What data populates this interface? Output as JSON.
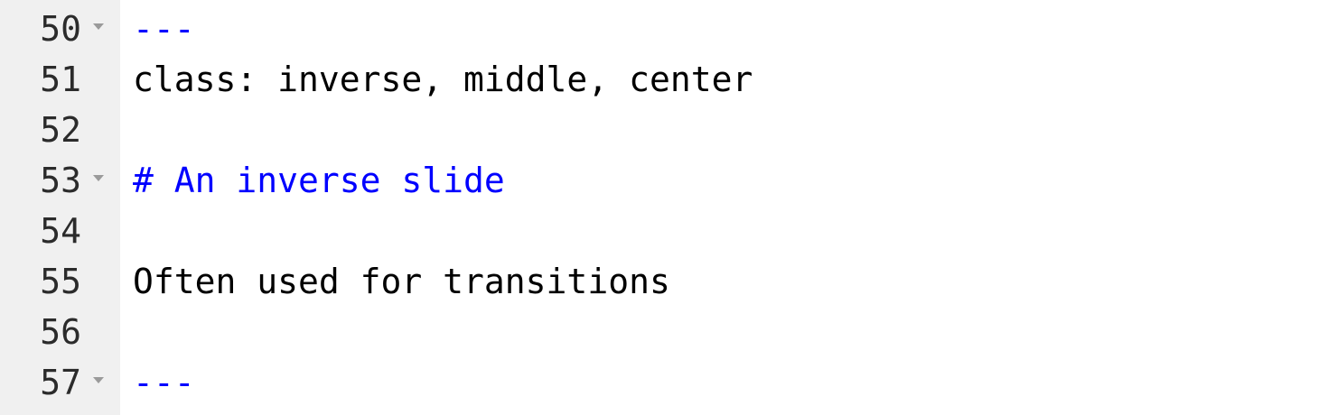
{
  "colors": {
    "gutter_bg": "#f0f0f0",
    "line_number": "#2b2b2b",
    "fold_icon": "#9a9a9a",
    "plain_text": "#000000",
    "markup_blue": "#0000ff"
  },
  "lines": [
    {
      "number": "50",
      "text": "---",
      "style": "blue",
      "foldable": true
    },
    {
      "number": "51",
      "text": "class: inverse, middle, center",
      "style": "plain",
      "foldable": false
    },
    {
      "number": "52",
      "text": "",
      "style": "plain",
      "foldable": false
    },
    {
      "number": "53",
      "text": "# An inverse slide",
      "style": "blue",
      "foldable": true
    },
    {
      "number": "54",
      "text": "",
      "style": "plain",
      "foldable": false
    },
    {
      "number": "55",
      "text": "Often used for transitions",
      "style": "plain",
      "foldable": false
    },
    {
      "number": "56",
      "text": "",
      "style": "plain",
      "foldable": false
    },
    {
      "number": "57",
      "text": "---",
      "style": "blue",
      "foldable": true
    }
  ]
}
